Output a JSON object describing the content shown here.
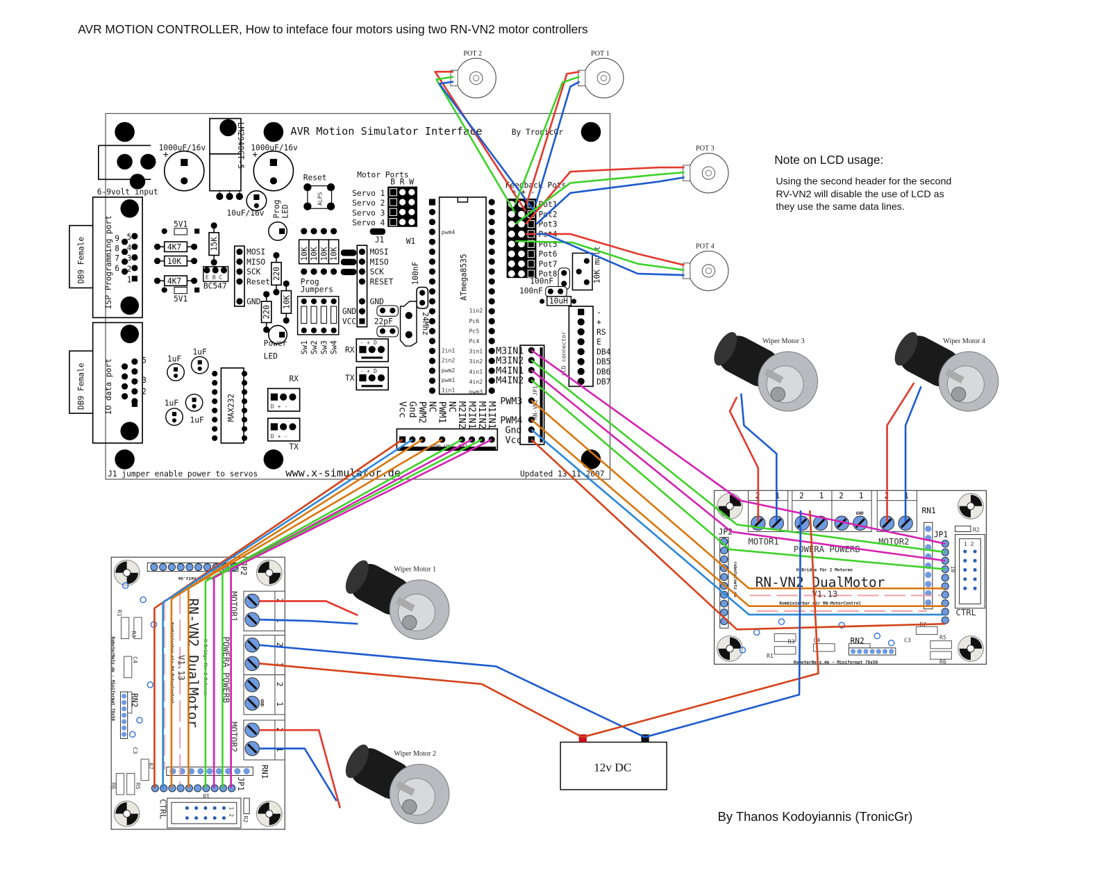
{
  "title": "AVR MOTION CONTROLLER,  How to inteface four motors using two RN-VN2 motor controllers",
  "lcd_note": {
    "heading": "Note on LCD usage:",
    "lines": [
      "Using the second header for the second",
      "RV-VN2 will disable the use of LCD as",
      "they use the same data lines."
    ]
  },
  "credit": "By Thanos Kodoyiannis (TronicGr)",
  "power_supply": {
    "label": "12v DC"
  },
  "pots": [
    "POT 2",
    "POT 1",
    "POT 3",
    "POT 4"
  ],
  "motors": [
    "Wiper Motor  1",
    "Wiper Motor  2",
    "Wiper Motor  3",
    "Wiper Motor  4"
  ],
  "main_board": {
    "title": "AVR Motion Simulator Interface",
    "byline": "By TronicGr",
    "power_input": "6-9volt input",
    "cap1": "1000uF/16v",
    "cap2": "1000uF/16v",
    "regulator": "LM2940CT-5",
    "cap3": "10uF/16v",
    "reset": "Reset",
    "alps": "ALPS",
    "motor_ports": "Motor Ports",
    "brw": "B R W",
    "servos": [
      "Servo 1",
      "Servo 2",
      "Servo 3",
      "Servo 4"
    ],
    "j1": "J1",
    "w1": "W1",
    "isp_port": "ISP Programming port",
    "isp_db9": "DB9 Female",
    "isp_pins_left": [
      "9",
      "8",
      "7",
      "6"
    ],
    "isp_pins_right": [
      "5",
      "4",
      "3",
      "2",
      "1"
    ],
    "io_port": "IO data port",
    "io_db9": "DB9 Female",
    "io_pins": [
      "5",
      "3",
      "2"
    ],
    "z1": "5V1",
    "r1": "4K7",
    "r2": "10K",
    "r3": "4K7",
    "z2": "5V1",
    "r15k": "15K",
    "bc547": "BC547",
    "ebc": "E B C",
    "r220a": "220",
    "r10k": "10K",
    "r220b": "220",
    "rpack": [
      "10K",
      "10K",
      "10K",
      "10K"
    ],
    "isp_header1": [
      "MOSI",
      "MISO",
      "SCK",
      "Reset",
      "GND"
    ],
    "prog_led": [
      "Prog",
      "LED"
    ],
    "power_led": [
      "Power",
      "LED"
    ],
    "prog_jumpers": [
      "Prog",
      "Jumpers"
    ],
    "switches": [
      "Sw1",
      "Sw2",
      "Sw3",
      "Sw4"
    ],
    "isp_header2": [
      "MOSI",
      "MISO",
      "SCK",
      "RESET",
      "GND"
    ],
    "gnd": "GND",
    "vcc": "VCC",
    "c100n": "100nF",
    "crystal": "24Mhz",
    "c22p": "22pF",
    "rx": "RX",
    "tx": "TX",
    "serial_pins": "-  +  D",
    "rx2": "RX",
    "tx2": "TX",
    "serial_pins2": "D + -",
    "mcu": "ATmega8535",
    "mcu_pwm4": "pwm4",
    "mcu_pins_left": [
      "2in1",
      "2in2",
      "pwm2",
      "pwm1",
      "1in1"
    ],
    "mcu_pins_right": [
      "1in2",
      "Pc6",
      "Pc5",
      "Pc4",
      "3in1",
      "3in2",
      "4in1",
      "4in2",
      "pwm3"
    ],
    "feedback": "Feedback Pots",
    "feedback_cols": "+ + -",
    "pot_rows": [
      "Pot1",
      "Pot2",
      "Pot3",
      "Pot4",
      "Pot5",
      "Pot6",
      "Pot7",
      "Pot8"
    ],
    "mult": "10K mult",
    "c100n_b": "100nF",
    "c100n_c": "100nF",
    "l10u": "10uH",
    "lcd": "LCD connector",
    "lcd_pins": [
      "-",
      "+",
      "RS",
      "E",
      "DB4",
      "DB5",
      "DB6",
      "DB7"
    ],
    "m34": [
      "M3IN1",
      "M3IN2",
      "M4IN1",
      "M4IN2",
      "PWM3",
      "PWM4",
      "Gnd",
      "Vcc"
    ],
    "m34_hdr": "RN-VN2 JP1",
    "max232": "MAX232",
    "caps_1uf": [
      "1uF",
      "1uF",
      "1uF",
      "1uF"
    ],
    "m12": [
      "Vcc",
      "Gnd",
      "PWM2",
      "NC",
      "PWM1",
      "NC",
      "M2IN2",
      "M2IN1",
      "M1IN2",
      "M1IN1"
    ],
    "m12_hdr": "RN-VN2 JP1",
    "footer_note": "J1 jumper enable power to servos",
    "url": "www.x-simulator.de",
    "updated": "Updated 13-11-2007"
  },
  "rn_vn2": {
    "name": "RN-VN2 DualMotor",
    "version": "V1.13",
    "hbridge": "H-Bridge für 2 Motoren",
    "subtitle": "Kombinierbar mir RN-MotorControl",
    "motor1": "MOTOR1",
    "motor2": "MOTOR2",
    "power": "POWERA POWERB",
    "terminal_pins": [
      "2",
      "1"
    ],
    "gnd": "GND",
    "jp1": "JP1",
    "jp2": "JP2",
    "rn1": "RN1",
    "rn2": "RN2",
    "ctrl": "CTRL",
    "ctrl_pin": "10",
    "ctrl_cols": "1 2",
    "parts": [
      "R2",
      "R3",
      "R1",
      "C4",
      "C3",
      "R5",
      "R6",
      "R7"
    ],
    "footer": "RoboterNetz.de - Miniformat 78x50",
    "jp2_text": "roboternetz.de"
  },
  "wire_colors": {
    "red": "#e23a2e",
    "green": "#3fd22a",
    "blue": "#1f5ccf",
    "magenta": "#d423b3",
    "orange": "#d9770f",
    "darkred": "#d5431a",
    "skyblue": "#2b88d8",
    "screw": "#6e9be0"
  }
}
